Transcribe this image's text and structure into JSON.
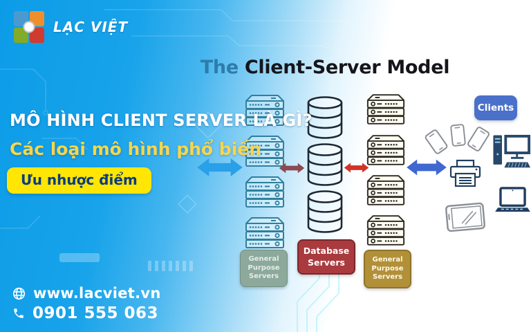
{
  "brand": {
    "name": "LẠC VIỆT",
    "logo_colors": {
      "top_left": "#4a9ad0",
      "top_right": "#ef8f2c",
      "bottom_left": "#83ab27",
      "bottom_right": "#cf3a31"
    }
  },
  "title": {
    "highlight": "The",
    "rest": "Client-Server Model"
  },
  "headline": {
    "question": "MÔ HÌNH CLIENT SERVER LÀ GÌ?",
    "subtitle": "Các loại mô hình phổ biến",
    "badge": "Ưu nhược điểm"
  },
  "diagram": {
    "groups": [
      {
        "id": "general-purpose-servers-left",
        "label": "General\nPurpose\nServers",
        "badge_color": "#8ca99b",
        "icon": "server-icon",
        "icon_count": 4
      },
      {
        "id": "database-servers",
        "label": "Database\nServers",
        "badge_color": "#a93a3e",
        "icon": "database-icon",
        "icon_count": 3
      },
      {
        "id": "general-purpose-servers-right",
        "label": "General\nPurpose\nServers",
        "badge_color": "#b29038",
        "icon": "server-icon",
        "icon_count": 4
      },
      {
        "id": "clients",
        "label": "Clients",
        "badge_color": "#4a70ca",
        "icons": [
          "smartphone-icon",
          "smartphone-icon",
          "smartphone-icon",
          "printer-icon",
          "desktop-computer-icon",
          "laptop-icon",
          "tablet-icon"
        ]
      }
    ],
    "arrows": [
      {
        "from": "left-edge",
        "to": "general-purpose-servers-left",
        "color": "#29a0e8",
        "direction": "bidirectional"
      },
      {
        "from": "general-purpose-servers-left",
        "to": "database-servers",
        "color": "#8c4a52",
        "direction": "bidirectional"
      },
      {
        "from": "database-servers",
        "to": "general-purpose-servers-right",
        "color": "#d23327",
        "direction": "bidirectional"
      },
      {
        "from": "general-purpose-servers-right",
        "to": "clients",
        "color": "#3f68d0",
        "direction": "bidirectional"
      }
    ]
  },
  "contact": {
    "website": "www.lacviet.vn",
    "phone": "0901 555 063"
  },
  "colors": {
    "background_blue": "#0e9ee7",
    "accent_yellow": "#ffe604",
    "navy_text": "#0a3d80",
    "title_highlight": "#2d7cab",
    "title_text": "#15151b",
    "subtitle_yellow": "#f7d64a"
  }
}
